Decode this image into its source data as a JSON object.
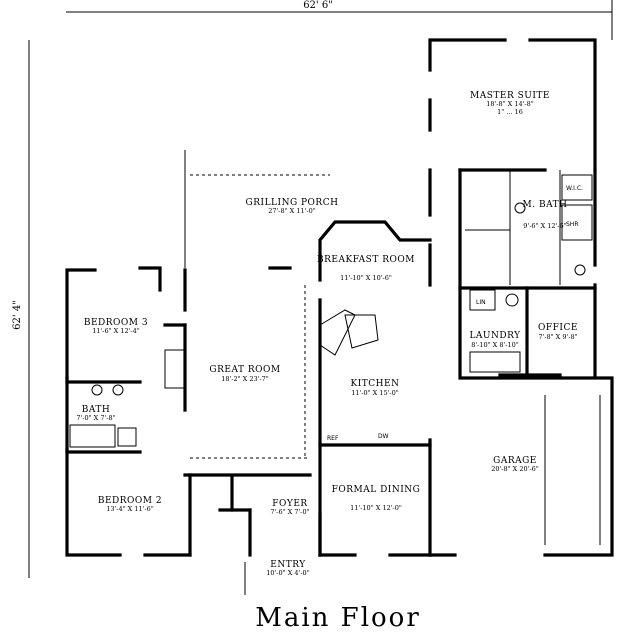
{
  "overall": {
    "width": "62' 6\"",
    "depth": "62' 4\""
  },
  "rooms": {
    "master_suite": {
      "name": "MASTER SUITE",
      "dims": "18'-8\" X 14'-8\"",
      "ceiling": "1\" ... 16"
    },
    "master_bath": {
      "name": "M. BATH",
      "dims": "9'-6\" X 12'-6\""
    },
    "grilling_porch": {
      "name": "GRILLING PORCH",
      "dims": "27'-8\" X 11'-0\""
    },
    "breakfast": {
      "name": "BREAKFAST ROOM",
      "dims": "11'-10\" X 10'-6\""
    },
    "bedroom3": {
      "name": "BEDROOM 3",
      "dims": "11'-6\" X 12'-4\""
    },
    "great_room": {
      "name": "GREAT ROOM",
      "dims": "18'-2\" X 23'-7\""
    },
    "laundry": {
      "name": "LAUNDRY",
      "dims": "8'-10\" X 8'-10\""
    },
    "office": {
      "name": "OFFICE",
      "dims": "7'-8\" X 9'-8\""
    },
    "kitchen": {
      "name": "KITCHEN",
      "dims": "11'-0\" X 15'-0\""
    },
    "bath": {
      "name": "BATH",
      "dims": "7'-0\" X 7'-8\""
    },
    "garage": {
      "name": "GARAGE",
      "dims": "20'-8\" X 20'-6\""
    },
    "formal_dining": {
      "name": "FORMAL DINING",
      "dims": "11'-10\" X 12'-0\""
    },
    "bedroom2": {
      "name": "BEDROOM 2",
      "dims": "13'-4\" X 11'-6\""
    },
    "foyer": {
      "name": "FOYER",
      "dims": "7'-6\" X 7'-0\""
    },
    "entry": {
      "name": "ENTRY",
      "dims": "10'-0\" X 4'-0\""
    }
  },
  "labels": {
    "lin": "LIN",
    "wic": "W.I.C.",
    "shr": "SHR",
    "ref": "REF",
    "dw": "DW"
  },
  "caption": "Main Floor"
}
